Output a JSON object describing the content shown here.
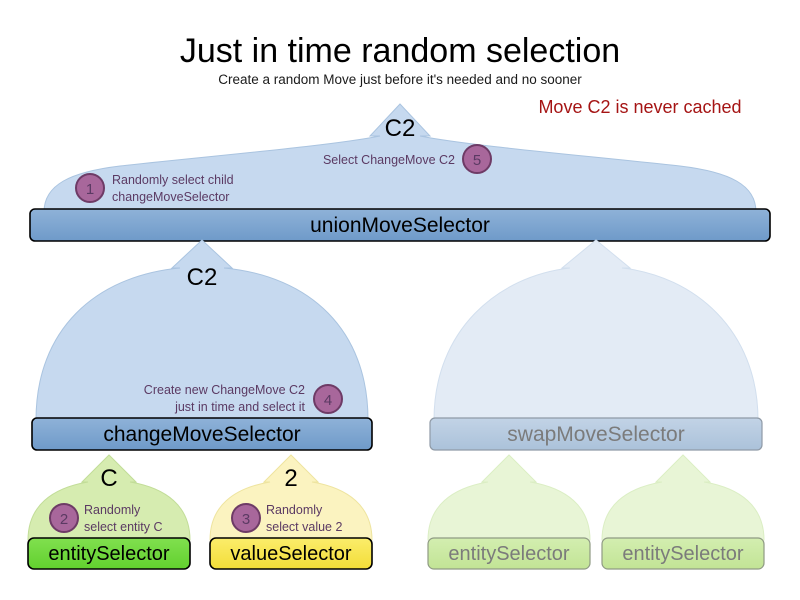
{
  "header": {
    "title": "Just in time random selection",
    "subtitle": "Create a random Move just before it's needed and no sooner",
    "note": "Move C2 is never cached",
    "note_color": "#a51414"
  },
  "colors": {
    "balloon_blue": "#c6d9ef",
    "box_blue": "#7ba3d0",
    "balloon_blue_faded": "#e3ebf5",
    "box_blue_faded": "#b4c9e0",
    "balloon_green": "#d6ecb0",
    "box_green": "#6ed93a",
    "balloon_green_faded": "#e8f5d6",
    "box_green_faded": "#c9e8a0",
    "balloon_yellow": "#fbf3c0",
    "box_yellow": "#f7e34c",
    "step_circle_fill": "#a8679b",
    "step_circle_stroke": "#6e3b66",
    "annotation_text": "#5b3a63",
    "faded_text": "#7b7b7b"
  },
  "nodes": {
    "union": {
      "label": "unionMoveSelector",
      "move_label": "C2"
    },
    "change": {
      "label": "changeMoveSelector",
      "move_label": "C2"
    },
    "swap": {
      "label": "swapMoveSelector",
      "move_label": ""
    },
    "entity_left": {
      "label": "entitySelector",
      "move_label": "C"
    },
    "value_left": {
      "label": "valueSelector",
      "move_label": "2"
    },
    "entity_swap_1": {
      "label": "entitySelector",
      "move_label": ""
    },
    "entity_swap_2": {
      "label": "entitySelector",
      "move_label": ""
    }
  },
  "steps": [
    {
      "number": "1",
      "line1": "Randomly select child",
      "line2": "changeMoveSelector"
    },
    {
      "number": "2",
      "line1": "Randomly",
      "line2": "select entity C"
    },
    {
      "number": "3",
      "line1": "Randomly",
      "line2": "select value 2"
    },
    {
      "number": "4",
      "line1": "Create new ChangeMove C2",
      "line2": "just in time and select it"
    },
    {
      "number": "5",
      "line1": "Select ChangeMove C2",
      "line2": ""
    }
  ]
}
